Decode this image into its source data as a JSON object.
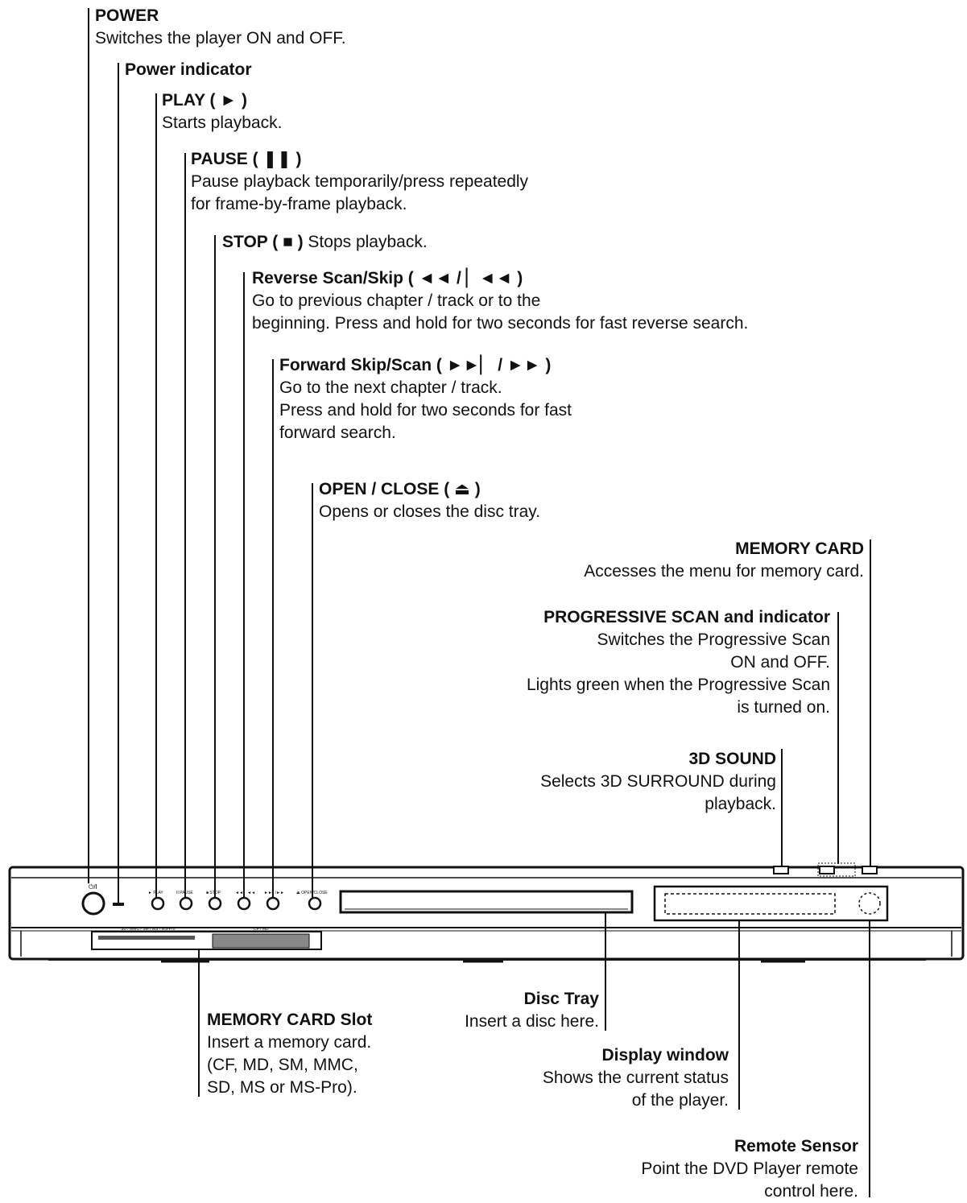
{
  "callouts_top": [
    {
      "title": "POWER",
      "desc": [
        "Switches the player ON and OFF."
      ]
    },
    {
      "title": "Power indicator",
      "desc": []
    },
    {
      "title": "PLAY ( ► )",
      "desc": [
        "Starts playback."
      ]
    },
    {
      "title": "PAUSE ( ❚❚ )",
      "desc": [
        "Pause playback temporarily/press repeatedly",
        "for frame-by-frame playback."
      ]
    },
    {
      "title": "STOP ( ■ )",
      "inline": " Stops playback.",
      "desc": []
    },
    {
      "title": "Reverse Scan/Skip ( ◄◄ / ▏◄◄ )",
      "desc": [
        "Go to previous chapter / track or to the",
        "beginning. Press and hold for two seconds for fast reverse search."
      ]
    },
    {
      "title": "Forward Skip/Scan ( ►►▏ / ►► )",
      "desc": [
        "Go to the next chapter / track.",
        "Press and hold for two seconds for fast",
        "forward search."
      ]
    },
    {
      "title": "OPEN / CLOSE ( ⏏ )",
      "desc": [
        "Opens or closes the disc tray."
      ]
    }
  ],
  "callouts_right": [
    {
      "title": "MEMORY CARD",
      "desc": [
        "Accesses the menu for memory card."
      ]
    },
    {
      "title": "PROGRESSIVE SCAN and indicator",
      "desc": [
        "Switches the Progressive Scan",
        "ON and OFF.",
        "Lights green when the Progressive Scan",
        "is turned on."
      ]
    },
    {
      "title": "3D SOUND",
      "desc": [
        "Selects 3D SURROUND during",
        "playback."
      ]
    }
  ],
  "callouts_bottom": [
    {
      "title": "MEMORY CARD Slot",
      "desc": [
        "Insert a memory card.",
        "(CF, MD, SM, MMC,",
        "SD, MS or MS-Pro)."
      ]
    },
    {
      "title": "Disc Tray",
      "desc": [
        "Insert a disc here."
      ]
    },
    {
      "title": "Display window",
      "desc": [
        "Shows the current status",
        "of the player."
      ]
    },
    {
      "title": "Remote Sensor",
      "desc": [
        "Point the DVD Player remote",
        "control here."
      ]
    }
  ],
  "panel": {
    "power_symbol": "⏻/I",
    "button_labels": [
      "► PLAY",
      "II PAUSE",
      "■ STOP",
      "◄◄/▏◄◄",
      "►►▏/►►",
      "⏏ OPEN/CLOSE"
    ],
    "slot_labels": [
      "SD / MMC / SM / MS / MS-Pro",
      "CF / MD"
    ]
  }
}
